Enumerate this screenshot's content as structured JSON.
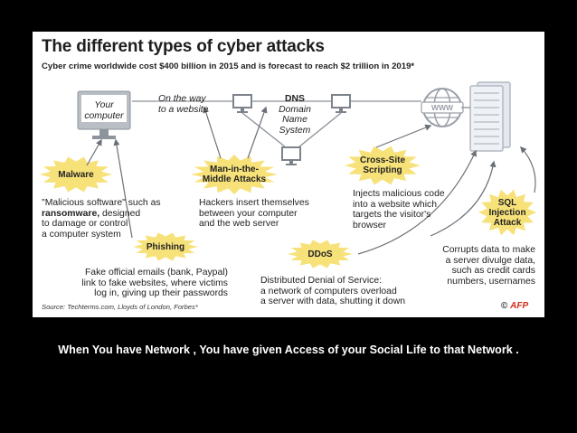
{
  "title": "The different types of cyber attacks",
  "subtitle": "Cyber crime worldwide cost $400 billion in 2015 and is forecast to reach $2 trillion in 2019*",
  "computer": {
    "line1": "Your",
    "line2": "computer"
  },
  "on_the_way": {
    "line1": "On the way",
    "line2": "to a website"
  },
  "dns": {
    "title": "DNS",
    "line1": "Domain",
    "line2": "Name",
    "line3": "System"
  },
  "www_label": "WWW",
  "attacks": {
    "malware": {
      "label": "Malware",
      "desc_line1": "\"Malicious software\" such as",
      "desc_bold": "ransomware,",
      "desc_line2_rest": " designed",
      "desc_line3": "to damage or control",
      "desc_line4": "a computer system"
    },
    "mitm": {
      "label_line1": "Man-in-the-",
      "label_line2": "Middle Attacks",
      "desc_line1": "Hackers insert themselves",
      "desc_line2": "between your computer",
      "desc_line3": "and the web server"
    },
    "xss": {
      "label_line1": "Cross-Site",
      "label_line2": "Scripting",
      "desc_line1": "Injects malicious code",
      "desc_line2": "into a website which",
      "desc_line3": "targets the visitor's",
      "desc_line4": "browser"
    },
    "sql": {
      "label_line1": "SQL",
      "label_line2": "Injection",
      "label_line3": "Attack",
      "desc_line1": "Corrupts data to make",
      "desc_line2": "a server divulge data,",
      "desc_line3": "such as credit cards",
      "desc_line4": "numbers, usernames"
    },
    "phishing": {
      "label": "Phishing",
      "desc_line1": "Fake official emails (bank, Paypal)",
      "desc_line2": "link to fake websites, where victims",
      "desc_line3": "log in, giving up their passwords"
    },
    "ddos": {
      "label": "DDoS",
      "desc_line1": "Distributed Denial of Service:",
      "desc_line2": "a network of computers overload",
      "desc_line3": "a server with data, shutting it down"
    }
  },
  "source": "Source: Techterms.com, Lloyds of London, Forbes*",
  "credit": {
    "symbol": "©",
    "brand": "AFP"
  },
  "caption": "When You have Network , You have given Access of your Social Life to that Network .",
  "colors": {
    "burst": "#f7e27a",
    "burst_edge": "#f2d140",
    "icon": "#9aa0a8",
    "icon_dark": "#5b6068",
    "screen": "#d8dee6",
    "arrow": "#6b7078"
  }
}
